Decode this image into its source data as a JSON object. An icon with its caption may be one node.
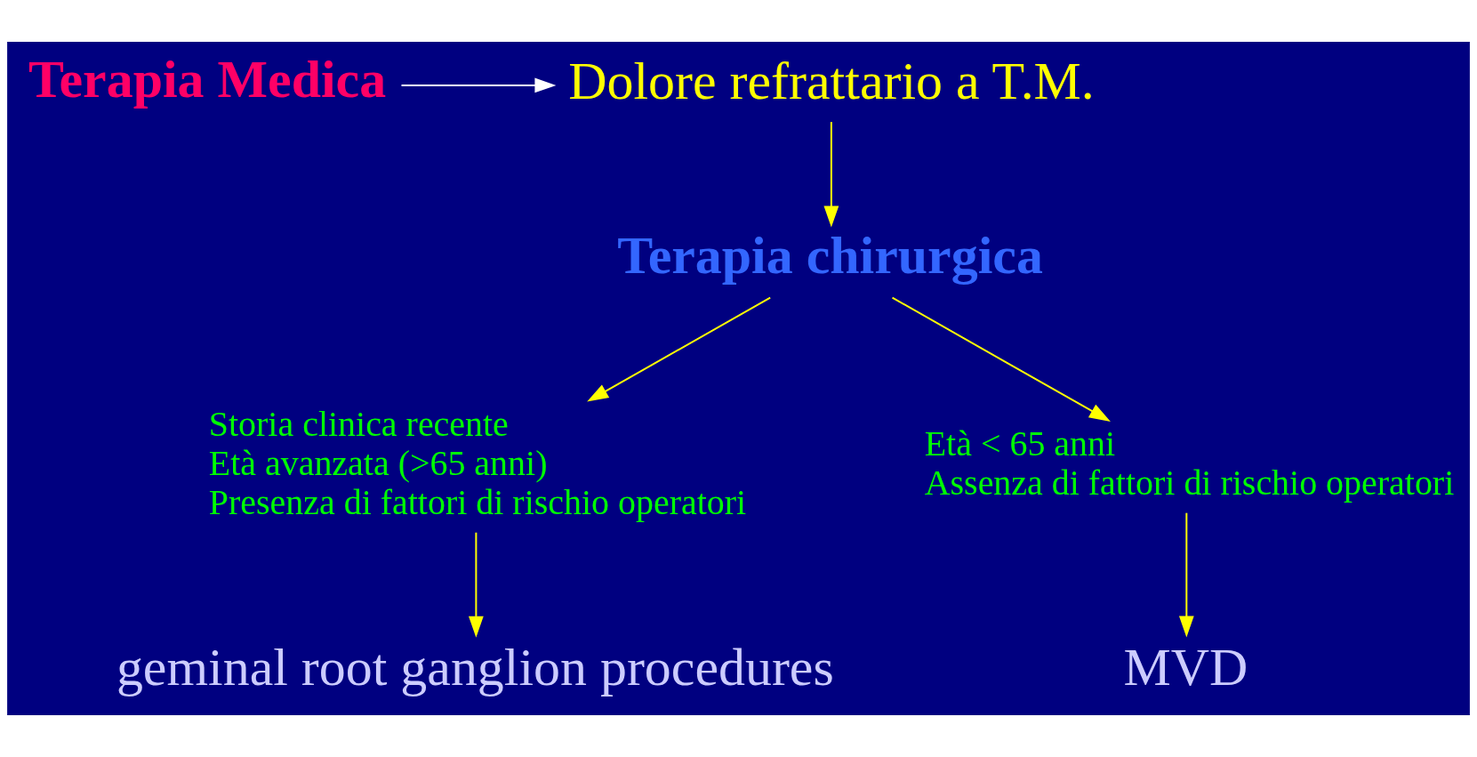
{
  "diagram": {
    "nodes": [
      {
        "text": [
          "Terapia Medica"
        ]
      },
      {
        "text": [
          "Dolore refrattario a T.M."
        ]
      },
      {
        "text": [
          "Terapia chirurgica"
        ]
      },
      {
        "text": [
          "Storia clinica recente",
          "Età avanzata (>65 anni)",
          "Presenza di fattori di rischio operatori"
        ]
      },
      {
        "text": [
          "Età < 65 anni",
          "Assenza di fattori di rischio operatori"
        ]
      },
      {
        "text": [
          "geminal root ganglion procedures"
        ]
      },
      {
        "text": [
          "MVD"
        ]
      }
    ],
    "edges": [
      {
        "from": 0,
        "to": 1,
        "arrow": "to",
        "color": "#ffffff"
      },
      {
        "from": 1,
        "to": 2,
        "arrow": "to"
      },
      {
        "from": 2,
        "to": 3,
        "arrow": "to"
      },
      {
        "from": 2,
        "to": 4,
        "arrow": "to"
      },
      {
        "from": 3,
        "to": 5,
        "arrow": "to"
      },
      {
        "from": 4,
        "to": 6,
        "arrow": "to"
      }
    ]
  }
}
